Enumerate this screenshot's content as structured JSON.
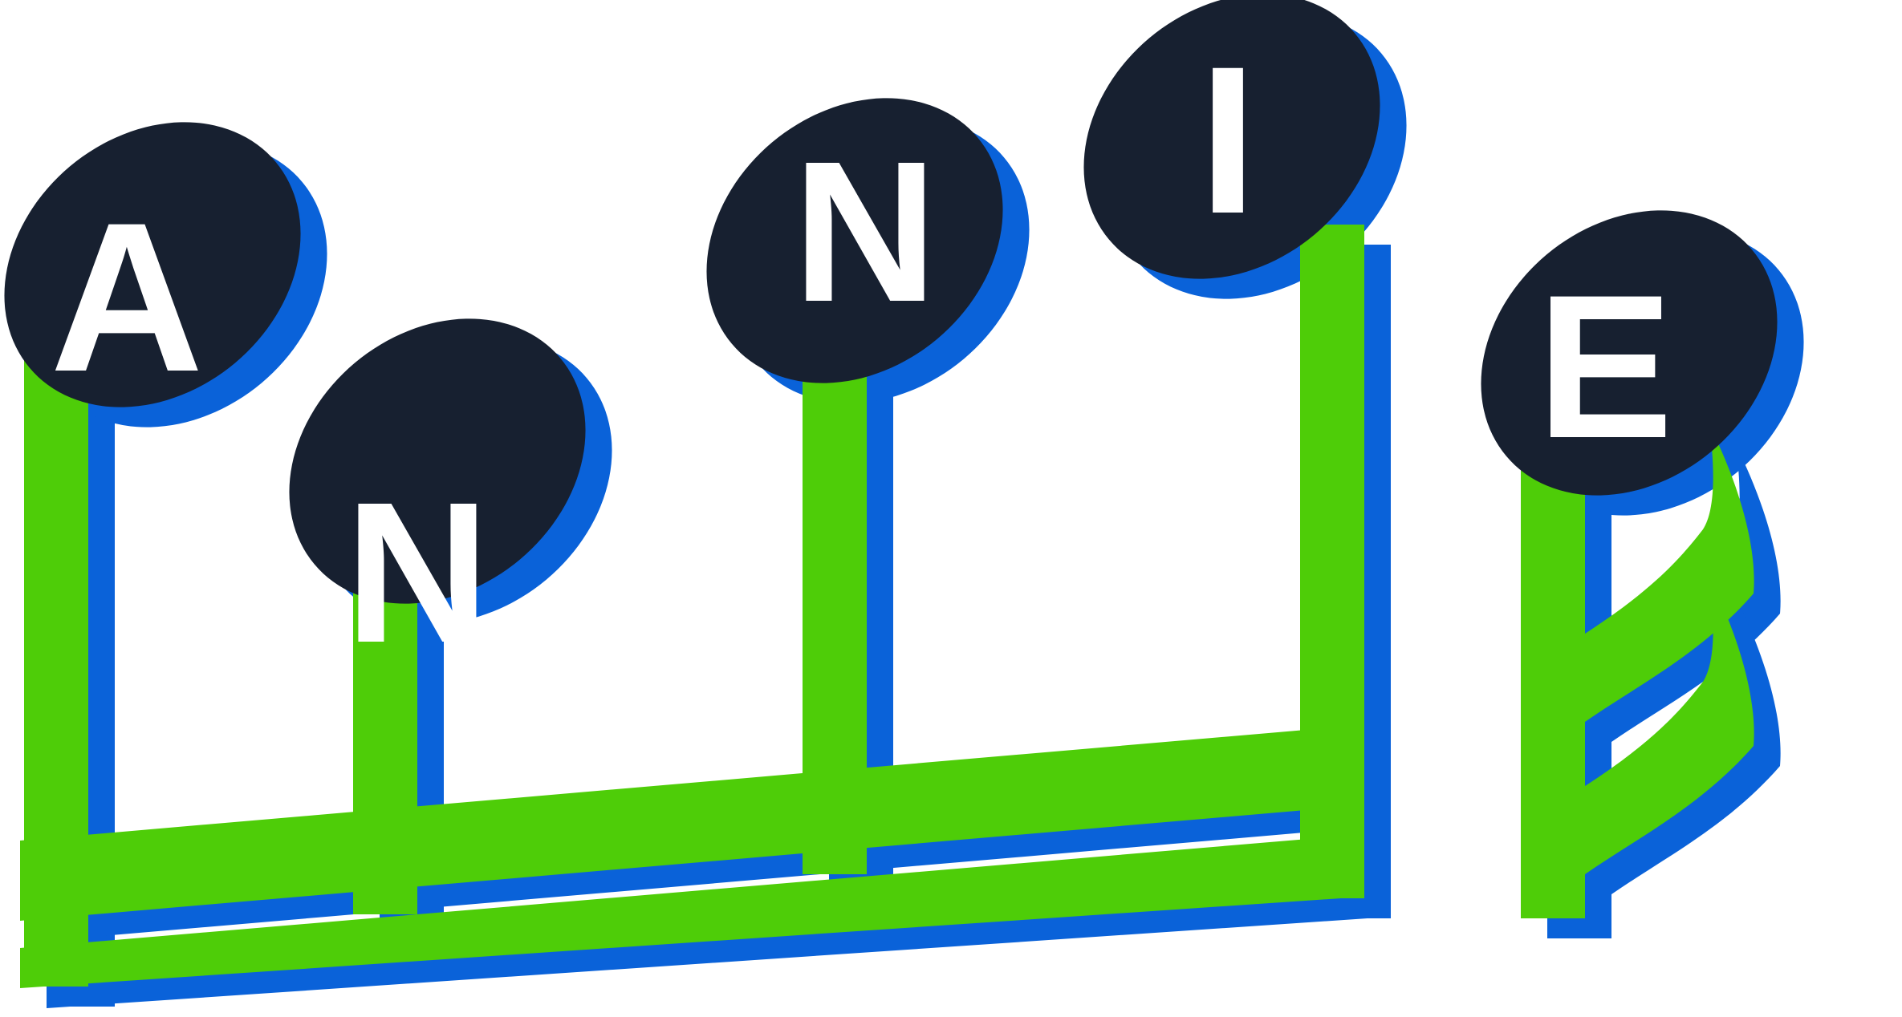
{
  "logo": {
    "letters": [
      "A",
      "N",
      "N",
      "I",
      "E"
    ],
    "colors": {
      "shadow": "#0a62d9",
      "frame": "#4ecd08",
      "bubble": "#172030",
      "letter": "#ffffff"
    }
  }
}
